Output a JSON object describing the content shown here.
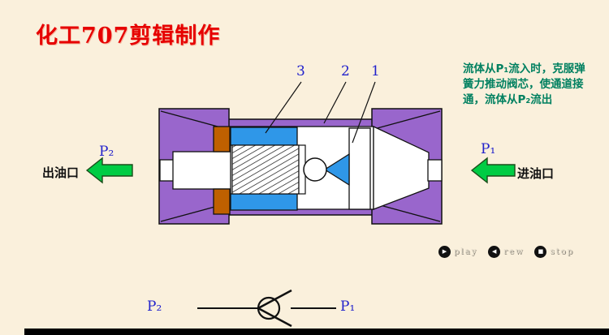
{
  "title": {
    "text": "化工707剪辑制作",
    "color": "#E60000"
  },
  "note": {
    "color": "#008060",
    "lines": [
      "流体从P₁流入时，克服弹",
      "簧力推动阀芯，使通道接",
      "通，流体从P₂流出"
    ]
  },
  "diagram": {
    "part_labels": [
      {
        "id": "3"
      },
      {
        "id": "2"
      },
      {
        "id": "1"
      }
    ],
    "left_port": {
      "pressure_label": "P₂",
      "port_name": "出油口"
    },
    "right_port": {
      "pressure_label": "P₁",
      "port_name": "进油口"
    }
  },
  "symbol": {
    "left_label": "P₂",
    "right_label": "P₁"
  },
  "controls": {
    "play": {
      "glyph": "▶",
      "label": "play"
    },
    "rew": {
      "glyph": "◀",
      "label": "rew"
    },
    "stop": {
      "glyph": "■",
      "label": "stop"
    }
  },
  "colors": {
    "background": "#FAF0DC",
    "housing_purple": "#9966CC",
    "sleeve_blue": "#2F97E8",
    "retainer_orange": "#BF6000",
    "arrow_green": "#00CC44",
    "title_red": "#E60000",
    "note_teal": "#008060",
    "label_blue": "#2222CC"
  }
}
